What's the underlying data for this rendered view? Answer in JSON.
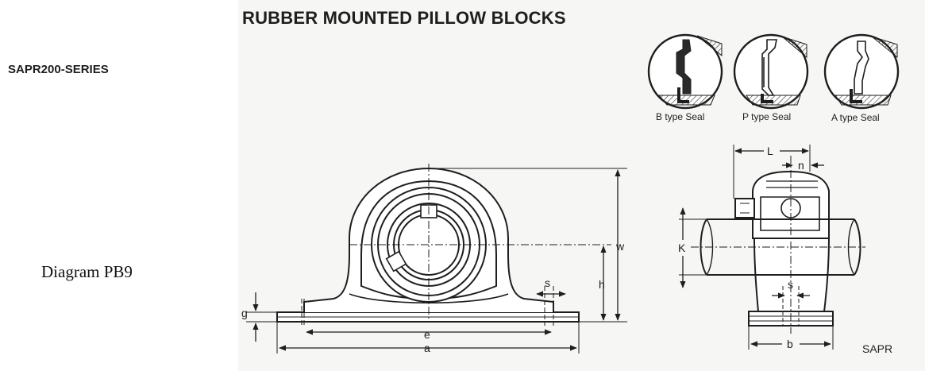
{
  "title": "RUBBER MOUNTED PILLOW BLOCKS",
  "series": "SAPR200-SERIES",
  "diagram_label": "Diagram PB9",
  "seals": [
    {
      "caption": "B type Seal"
    },
    {
      "caption": "P type Seal"
    },
    {
      "caption": "A type Seal"
    }
  ],
  "dimensions": {
    "w": "w",
    "h": "h",
    "g": "g",
    "e": "e",
    "a": "a",
    "s_front": "s",
    "L": "L",
    "n": "n",
    "K": "K",
    "s_side": "s",
    "b": "b"
  },
  "model_code": "SAPR"
}
